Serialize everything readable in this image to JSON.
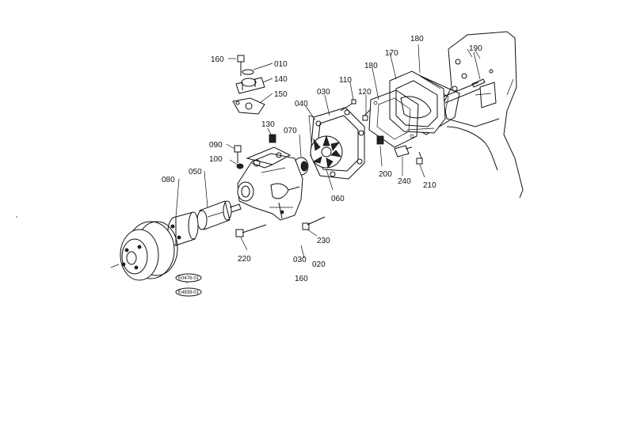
{
  "labels": {
    "p160a": "160",
    "p010": "010",
    "p140": "140",
    "p150": "150",
    "p110": "110",
    "p120": "120",
    "p180a": "180",
    "p170": "170",
    "p180b": "180",
    "p190": "190",
    "p030a": "030",
    "p040": "040",
    "p130": "130",
    "p070": "070",
    "p090": "090",
    "p100": "100",
    "p080": "080",
    "p050": "050",
    "p060": "060",
    "p200": "200",
    "p240": "240",
    "p210": "210",
    "p220": "220",
    "p230": "230",
    "p030b": "030",
    "p020": "020",
    "p160b": "160"
  },
  "codes": {
    "code1": "E0476-01",
    "code2": "E4839-01"
  }
}
